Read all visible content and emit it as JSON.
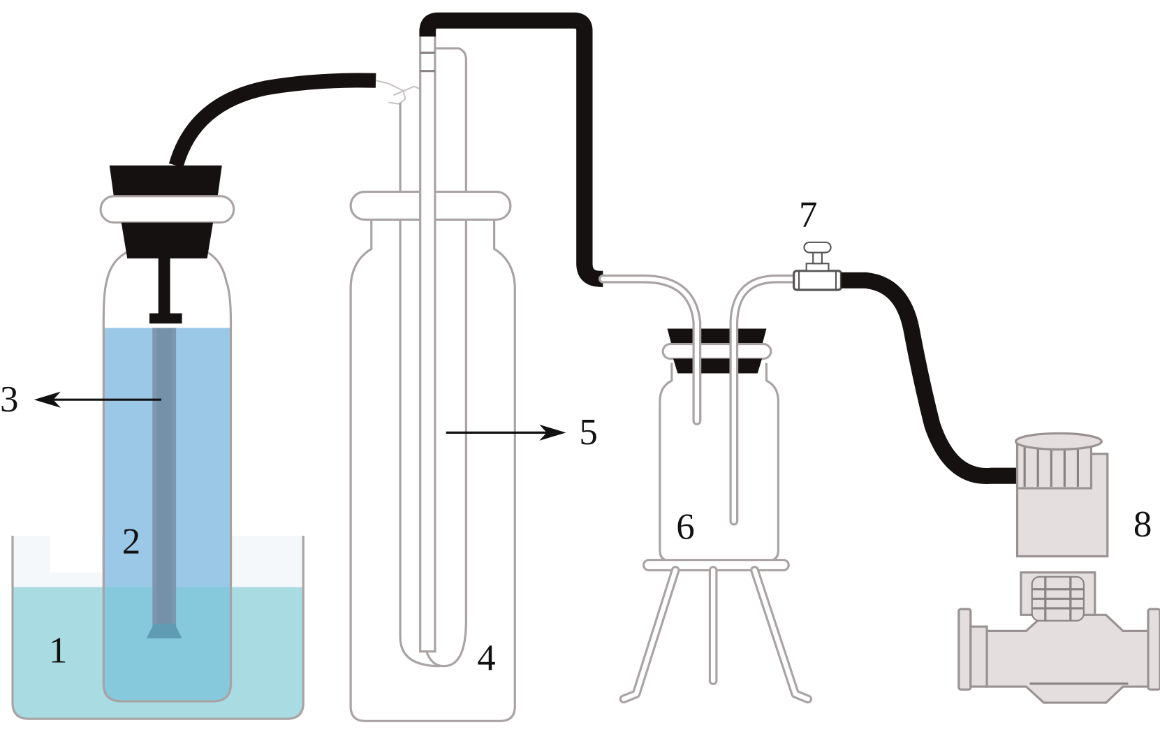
{
  "diagram": {
    "title": "",
    "labels": {
      "l1": "1",
      "l2": "2",
      "l3": "3",
      "l4": "4",
      "l5": "5",
      "l6": "6",
      "l7": "7",
      "l8": "8"
    },
    "components": [
      {
        "id": "1",
        "name": "cooling-water-bath"
      },
      {
        "id": "2",
        "name": "sample-bottle"
      },
      {
        "id": "3",
        "name": "gas-dispersion-tube"
      },
      {
        "id": "4",
        "name": "absorption-bottle"
      },
      {
        "id": "5",
        "name": "inner-absorption-tube"
      },
      {
        "id": "6",
        "name": "buffer-bottle-on-tripod"
      },
      {
        "id": "7",
        "name": "valve"
      },
      {
        "id": "8",
        "name": "flow-meter-pump"
      }
    ],
    "colors": {
      "hose": "#161111",
      "glass_outline": "#a9a3a3",
      "bath_water": "#a8dbe2",
      "bottle_liquid": "#9cc8e8",
      "overlap_liquid": "#86c8dc",
      "dispersion_tube": "#7d97b0",
      "meter_body": "#e4dede"
    }
  }
}
